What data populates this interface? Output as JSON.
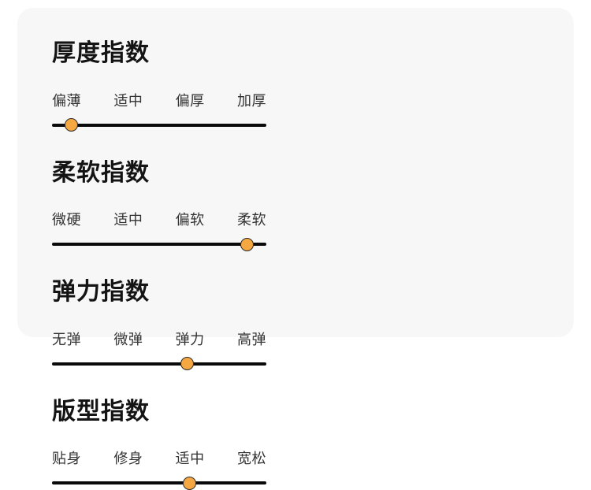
{
  "card": {
    "background_color": "#f7f7f8",
    "accent_color": "#f5a742",
    "track_color": "#0a0a0a"
  },
  "metrics": [
    {
      "title": "厚度指数",
      "labels": [
        "偏薄",
        "适中",
        "偏厚",
        "加厚"
      ],
      "value_index": 0,
      "value_label": "偏薄",
      "knob_percent": 9
    },
    {
      "title": "柔软指数",
      "labels": [
        "微硬",
        "适中",
        "偏软",
        "柔软"
      ],
      "value_index": 3,
      "value_label": "柔软",
      "knob_percent": 91
    },
    {
      "title": "弹力指数",
      "labels": [
        "无弹",
        "微弹",
        "弹力",
        "高弹"
      ],
      "value_index": 2,
      "value_label": "弹力",
      "knob_percent": 63
    },
    {
      "title": "版型指数",
      "labels": [
        "贴身",
        "修身",
        "适中",
        "宽松"
      ],
      "value_index": 2,
      "value_label": "适中",
      "knob_percent": 64
    }
  ]
}
